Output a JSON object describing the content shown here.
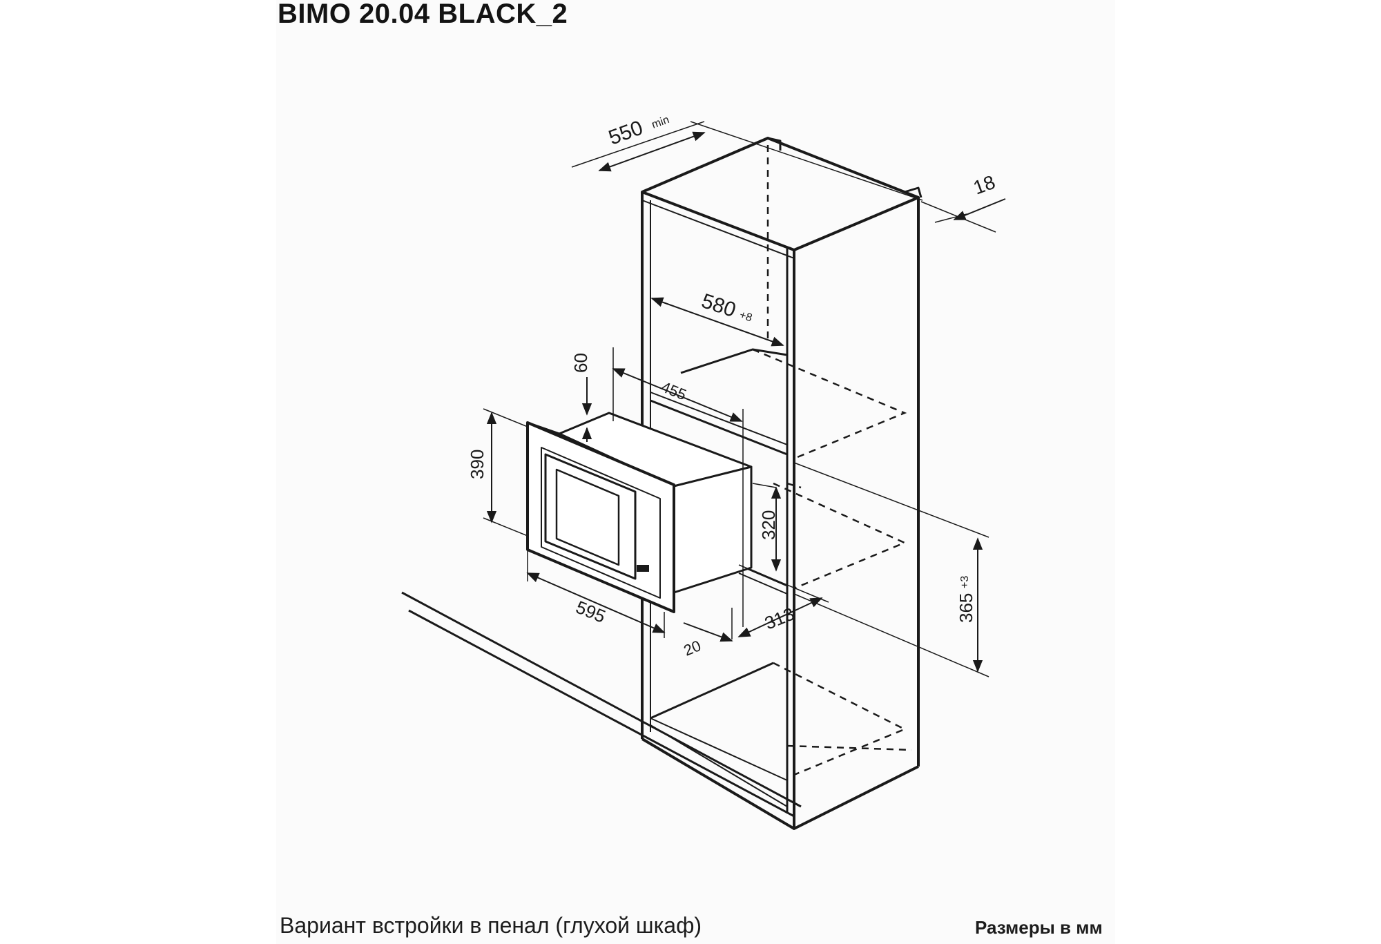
{
  "header": {
    "title": "BIMO 20.04 BLACK_2"
  },
  "footer": {
    "caption": "Вариант встройки в пенал (глухой шкаф)",
    "units": "Размеры в мм"
  },
  "dimensions": {
    "cabinet_depth": "550",
    "cabinet_depth_note": "min",
    "panel_thickness": "18",
    "niche_width": "580",
    "niche_width_tolerance": "+8",
    "device_top_gap": "60",
    "device_depth": "455",
    "frame_height": "390",
    "device_body_height": "320",
    "niche_height": "365",
    "niche_height_tolerance": "+3",
    "frame_width": "595",
    "frame_offset": "20",
    "mount_height": "313"
  }
}
